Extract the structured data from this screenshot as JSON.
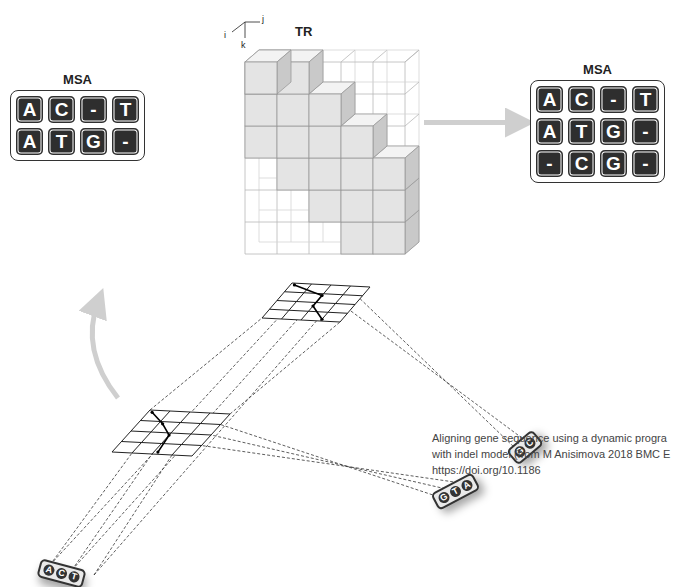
{
  "diagram": {
    "caption": "Aligning gene sequence using a dynamic progra with indel model (from M Anisimova 2018 BMC E https://doi.org/10.1186",
    "nodes": [
      {
        "text": [
          "TR"
        ]
      },
      {
        "text": [
          "MSA",
          "A",
          "C",
          "-",
          "T",
          "A",
          "T",
          "G",
          "-",
          "-",
          "C",
          "G",
          "-"
        ]
      },
      {
        "text": [
          "MSA",
          "A",
          "C",
          "-",
          "T",
          "A",
          "T",
          "G",
          "-"
        ]
      },
      {
        "text": [
          "G",
          "C"
        ]
      },
      {
        "text": [
          "G",
          "T",
          "A"
        ]
      },
      {
        "text": [
          "A",
          "C",
          "T"
        ]
      }
    ],
    "edges": [
      {
        "from": 0,
        "to": 1,
        "arrow": "to"
      }
    ],
    "labels": [
      "i",
      "j",
      "k"
    ]
  }
}
